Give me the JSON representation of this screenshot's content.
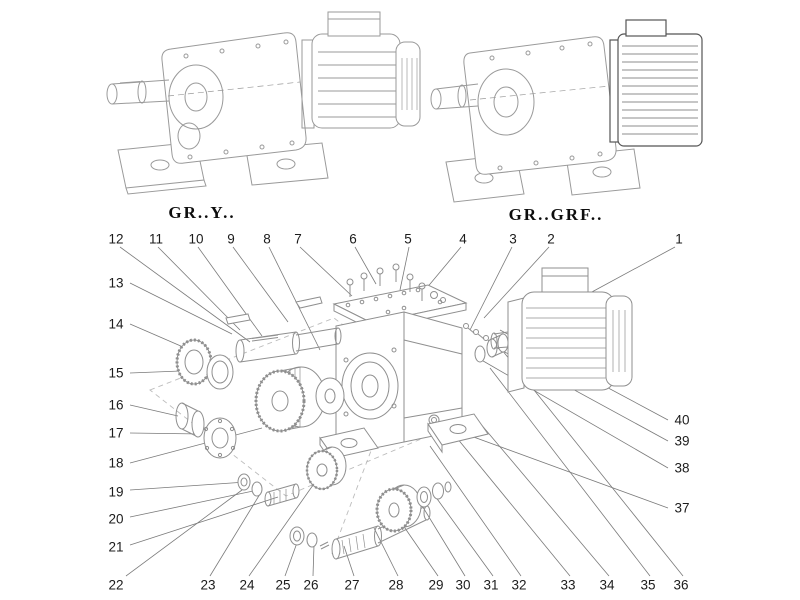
{
  "models": {
    "left": "GR..Y..",
    "right": "GR..GRF.."
  },
  "part_numbers": [
    "1",
    "2",
    "3",
    "4",
    "5",
    "6",
    "7",
    "8",
    "9",
    "10",
    "11",
    "12",
    "13",
    "14",
    "15",
    "16",
    "17",
    "18",
    "19",
    "20",
    "21",
    "22",
    "23",
    "24",
    "25",
    "26",
    "27",
    "28",
    "29",
    "30",
    "31",
    "32",
    "33",
    "34",
    "35",
    "36",
    "37",
    "38",
    "39",
    "40"
  ],
  "colors": {
    "line_art": "#9a9a9a",
    "dark_line_art": "#555555",
    "leader": "#7a7a7a",
    "text": "#1c1c1c"
  }
}
